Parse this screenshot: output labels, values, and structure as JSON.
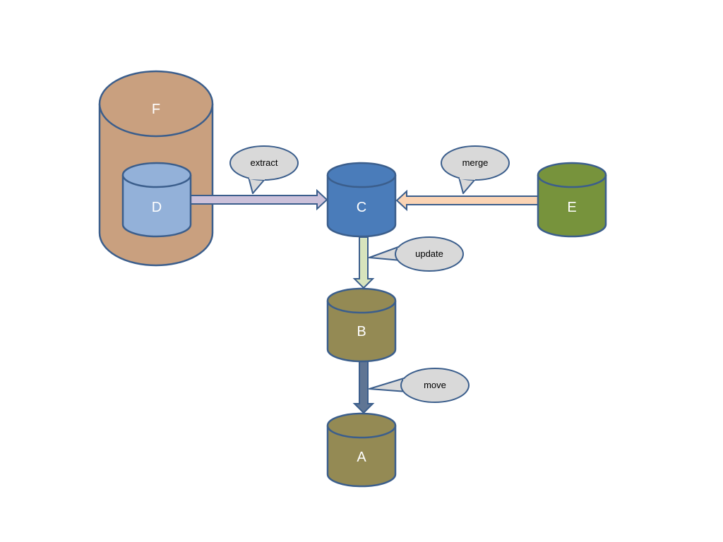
{
  "diagram": {
    "colors": {
      "outline": "#3b5e8c",
      "cylinder_F": "#c9a07f",
      "cylinder_D": "#93b1d9",
      "cylinder_C": "#4a7cba",
      "cylinder_E": "#77933c",
      "cylinder_B": "#948a54",
      "cylinder_A": "#948a54",
      "arrow_extract": "#ccc1da",
      "arrow_merge": "#fbd4b4",
      "arrow_update": "#d7e4bd",
      "arrow_move": "#5f7594",
      "callout_fill": "#d9d9d9"
    },
    "nodes": {
      "F": {
        "label": "F"
      },
      "D": {
        "label": "D"
      },
      "C": {
        "label": "C"
      },
      "E": {
        "label": "E"
      },
      "B": {
        "label": "B"
      },
      "A": {
        "label": "A"
      }
    },
    "edges": {
      "extract": {
        "label": "extract",
        "from": "D",
        "to": "C"
      },
      "merge": {
        "label": "merge",
        "from": "E",
        "to": "C"
      },
      "update": {
        "label": "update",
        "from": "C",
        "to": "B"
      },
      "move": {
        "label": "move",
        "from": "B",
        "to": "A"
      }
    }
  }
}
